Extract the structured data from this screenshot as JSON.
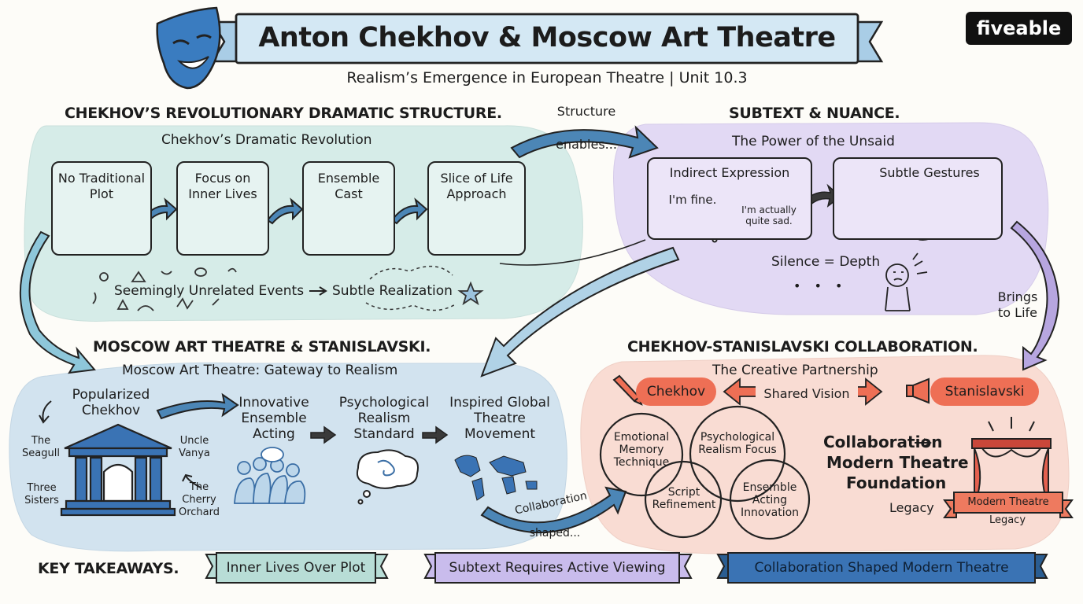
{
  "title": "Anton Chekhov & Moscow Art Theatre",
  "subtitle": "Realism’s Emergence in European Theatre | Unit 10.3",
  "brand": "fiveable",
  "colors": {
    "teal": "#d6ece8",
    "purple": "#e2d9f4",
    "blue": "#d2e3ef",
    "salmon": "#f9dcd3",
    "accent": "#ee6f55",
    "banner": "#d4e8f4"
  },
  "structure": {
    "heading": "CHEKHOV’S REVOLUTIONARY DRAMATIC STRUCTURE.",
    "subheading": "Chekhov’s Dramatic Revolution",
    "cards": [
      {
        "label": "No Traditional Plot",
        "icon": "crossed-arrows-icon"
      },
      {
        "label": "Focus on Inner Lives",
        "icon": "spiral-icon"
      },
      {
        "label": "Ensemble Cast",
        "icon": "group-icon"
      },
      {
        "label": "Slice of Life Approach",
        "icon": "spotlight-icon"
      }
    ],
    "flow_from": "Seemingly Unrelated Events",
    "flow_to": "Subtle Realization"
  },
  "connectors": {
    "structure_enables": [
      "Structure",
      "enables..."
    ],
    "brings_to_life": [
      "Brings",
      "to Life"
    ],
    "collaboration_shaped": [
      "Collaboration",
      "shaped..."
    ]
  },
  "subtext": {
    "heading": "SUBTEXT & NUANCE.",
    "subheading": "The Power of the Unsaid",
    "indirect": {
      "label": "Indirect Expression",
      "bubble1": "I'm fine.",
      "bubble2": "I'm actually quite sad."
    },
    "gestures": {
      "label": "Subtle Gestures"
    },
    "silence": "Silence = Depth",
    "dots": "• • •"
  },
  "moscow": {
    "heading": "MOSCOW ART THEATRE & STANISLAVSKI.",
    "subheading": "Moscow Art Theatre: Gateway to Realism",
    "popularized": "Popularized Chekhov",
    "plays": [
      "The Seagull",
      "Uncle Vanya",
      "Three Sisters",
      "The Cherry Orchard"
    ],
    "steps": [
      "Innovative Ensemble Acting",
      "Psychological Realism Standard",
      "Inspired Global Theatre Movement"
    ]
  },
  "collab": {
    "heading": "CHEKHOV-STANISLAVSKI COLLABORATION.",
    "subheading": "The Creative Partnership",
    "left": "Chekhov",
    "middle": "Shared Vision",
    "right": "Stanislavski",
    "circles": [
      "Emotional Memory Technique",
      "Psychological Realism Focus",
      "Script Refinement",
      "Ensemble Acting Innovation"
    ],
    "result_line1": "Collaboration",
    "result_line2": "Modern Theatre",
    "result_line3": "Foundation",
    "legacy": "Legacy",
    "stage_banner": "Modern Theatre",
    "stage_legacy": "Legacy"
  },
  "takeaways": {
    "heading": "KEY TAKEAWAYS.",
    "items": [
      "Inner Lives Over Plot",
      "Subtext Requires Active Viewing",
      "Collaboration Shaped Modern Theatre"
    ]
  }
}
